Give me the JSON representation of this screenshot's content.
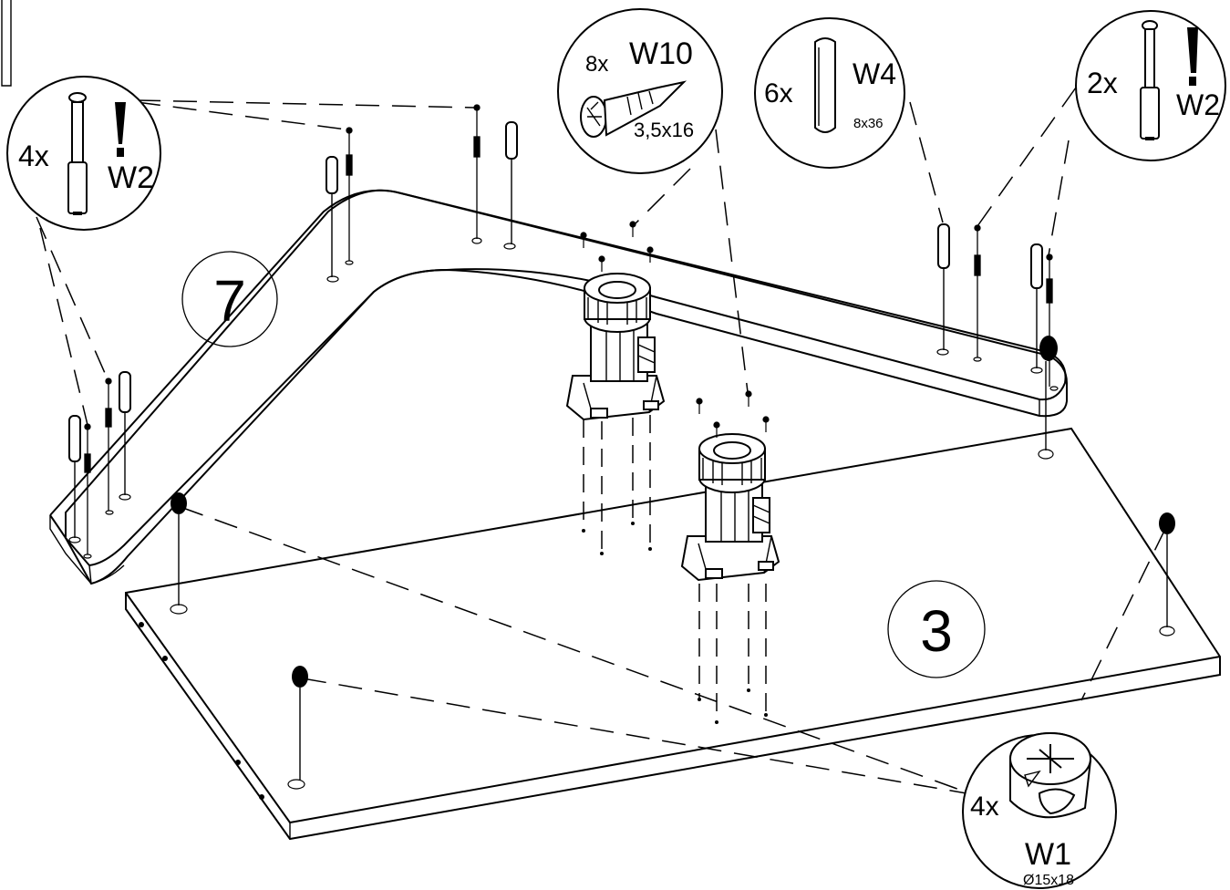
{
  "callouts": {
    "w2_left": {
      "qty": "4x",
      "code": "W2",
      "mark": "!"
    },
    "w10": {
      "qty": "8x",
      "code": "W10",
      "size": "3,5x16"
    },
    "w4": {
      "qty": "6x",
      "code": "W4",
      "size": "8x36"
    },
    "w2_right": {
      "qty": "2x",
      "code": "W2",
      "mark": "!"
    },
    "w1": {
      "qty": "4x",
      "code": "W1",
      "size": "Ø15x18"
    }
  },
  "panels": {
    "top_panel": "7",
    "bottom_panel": "3"
  }
}
